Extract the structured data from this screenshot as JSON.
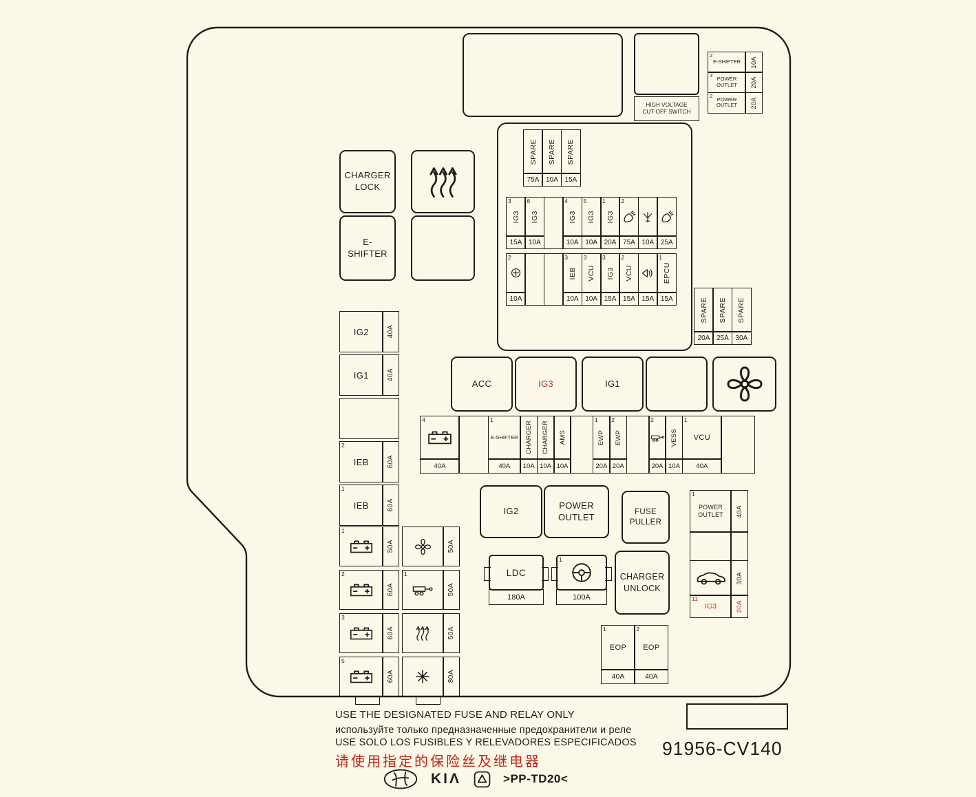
{
  "colors": {
    "background": "#fbf8e7",
    "line": "#1d1d1b",
    "accent_red": "#c3271b"
  },
  "tr_fuses": [
    {
      "num": "2",
      "label": "E-SHIFTER",
      "amp": "10A"
    },
    {
      "num": "3",
      "label": "POWER OUTLET",
      "amp": "20A"
    },
    {
      "num": "2",
      "label": "POWER OUTLET",
      "amp": "20A"
    }
  ],
  "hv_switch": {
    "l1": "HIGH VOLTAGE",
    "l2": "CUT-OFF SWITCH"
  },
  "charger_lock": {
    "l1": "CHARGER",
    "l2": "LOCK"
  },
  "e_shifter_relay": {
    "l1": "E-",
    "l2": "SHIFTER"
  },
  "spare_top": [
    {
      "label": "SPARE",
      "amp": "75A"
    },
    {
      "label": "SPARE",
      "amp": "10A"
    },
    {
      "label": "SPARE",
      "amp": "15A"
    }
  ],
  "row_a": [
    {
      "num": "3",
      "label": "IG3",
      "amp": "15A"
    },
    {
      "num": "6",
      "label": "IG3",
      "amp": "10A"
    },
    {
      "num": "",
      "label": "",
      "amp": ""
    },
    {
      "num": "4",
      "label": "IG3",
      "amp": "10A"
    },
    {
      "num": "5",
      "label": "IG3",
      "amp": "10A"
    },
    {
      "num": "1",
      "label": "IG3",
      "amp": "20A"
    },
    {
      "num": "2",
      "icon": "headlamp-washer",
      "amp": "75A"
    },
    {
      "num": "",
      "icon": "washer-spray",
      "amp": "10A"
    },
    {
      "num": "",
      "icon": "headlamp-washer",
      "amp": "25A"
    }
  ],
  "row_b": [
    {
      "num": "2",
      "icon": "circle-plus",
      "amp": "10A"
    },
    {
      "num": "",
      "label": "",
      "amp": ""
    },
    {
      "num": "",
      "label": "",
      "amp": ""
    },
    {
      "num": "3",
      "label": "IEB",
      "amp": "10A"
    },
    {
      "num": "3",
      "label": "VCU",
      "amp": "10A"
    },
    {
      "num": "3",
      "label": "IG3",
      "amp": "15A"
    },
    {
      "num": "2",
      "label": "VCU",
      "amp": "15A"
    },
    {
      "num": "",
      "icon": "horn",
      "amp": "15A"
    },
    {
      "num": "1",
      "label": "EPCU",
      "amp": "15A"
    }
  ],
  "spare_bottom": [
    {
      "label": "SPARE",
      "amp": "20A"
    },
    {
      "label": "SPARE",
      "amp": "25A"
    },
    {
      "label": "SPARE",
      "amp": "30A"
    }
  ],
  "left_col": [
    {
      "num": "",
      "label": "IG2",
      "amp": "40A"
    },
    {
      "num": "",
      "label": "IG1",
      "amp": "40A"
    },
    {
      "num": "2",
      "label": "IEB",
      "amp": "60A"
    },
    {
      "num": "1",
      "label": "IEB",
      "amp": "60A"
    }
  ],
  "bat_left": [
    {
      "num": "1",
      "amp": "50A"
    },
    {
      "num": "2",
      "amp": "60A"
    },
    {
      "num": "3",
      "amp": "60A"
    },
    {
      "num": "5",
      "amp": "60A"
    }
  ],
  "bat_right": [
    {
      "num": "",
      "icon": "fan",
      "amp": "50A"
    },
    {
      "num": "1",
      "icon": "trailer",
      "amp": "50A"
    },
    {
      "num": "",
      "icon": "defogger",
      "amp": "50A"
    },
    {
      "num": "",
      "icon": "star",
      "amp": "80A"
    }
  ],
  "relay_row": {
    "acc": "ACC",
    "ig3": "IG3",
    "ig1": "IG1"
  },
  "row_c": [
    {
      "num": "4",
      "icon": "battery",
      "label": "",
      "amp": "40A"
    },
    {
      "num": "",
      "label": "",
      "amp": ""
    },
    {
      "num": "1",
      "label": "E-SHIFTER",
      "amp": "40A"
    },
    {
      "num": "",
      "label": "CHARGER",
      "amp": "10A"
    },
    {
      "num": "",
      "label": "CHARGER",
      "amp": "10A"
    },
    {
      "num": "",
      "label": "AMS",
      "amp": "10A"
    },
    {
      "num": "",
      "label": "",
      "amp": ""
    },
    {
      "num": "1",
      "label": "EWP",
      "amp": "20A"
    },
    {
      "num": "2",
      "label": "EWP",
      "amp": "20A"
    },
    {
      "num": "",
      "label": "",
      "amp": ""
    },
    {
      "num": "2",
      "icon": "trailer",
      "label": "",
      "amp": "20A"
    },
    {
      "num": "",
      "label": "VESS",
      "amp": "10A"
    },
    {
      "num": "1",
      "label": "VCU",
      "amp": "40A"
    },
    {
      "num": "",
      "label": "",
      "amp": ""
    }
  ],
  "ig2_relay": "IG2",
  "power_outlet_relay": {
    "l1": "POWER",
    "l2": "OUTLET"
  },
  "fuse_puller": {
    "l1": "FUSE",
    "l2": "PULLER"
  },
  "right_col": {
    "power_outlet": {
      "num": "1",
      "l1": "POWER",
      "l2": "OUTLET",
      "amp": "40A"
    },
    "car": {
      "amp": "30A"
    },
    "ig3": {
      "num": "11",
      "label": "IG3",
      "amp": "20A"
    }
  },
  "ldc": {
    "label": "LDC",
    "amp": "180A"
  },
  "steering": {
    "num": "1",
    "amp": "100A"
  },
  "charger_unlock": {
    "l1": "CHARGER",
    "l2": "UNLOCK"
  },
  "eop": [
    {
      "num": "1",
      "label": "EOP",
      "amp": "40A"
    },
    {
      "num": "2",
      "label": "EOP",
      "amp": "40A"
    }
  ],
  "footer": {
    "note_en": "USE THE DESIGNATED FUSE AND RELAY ONLY",
    "note_ru": "используйте только предназначенные предохранители и реле",
    "note_es": "USE SOLO LOS FUSIBLES Y RELEVADORES ESPECIFICADOS",
    "note_zh": "请使用指定的保险丝及继电器",
    "kia_logo_text": "KIΛ",
    "material_code": "&gt;PP-TD20&lt;",
    "material_code_plain": ">PP-TD20<",
    "part_number": "91956-CV140"
  }
}
